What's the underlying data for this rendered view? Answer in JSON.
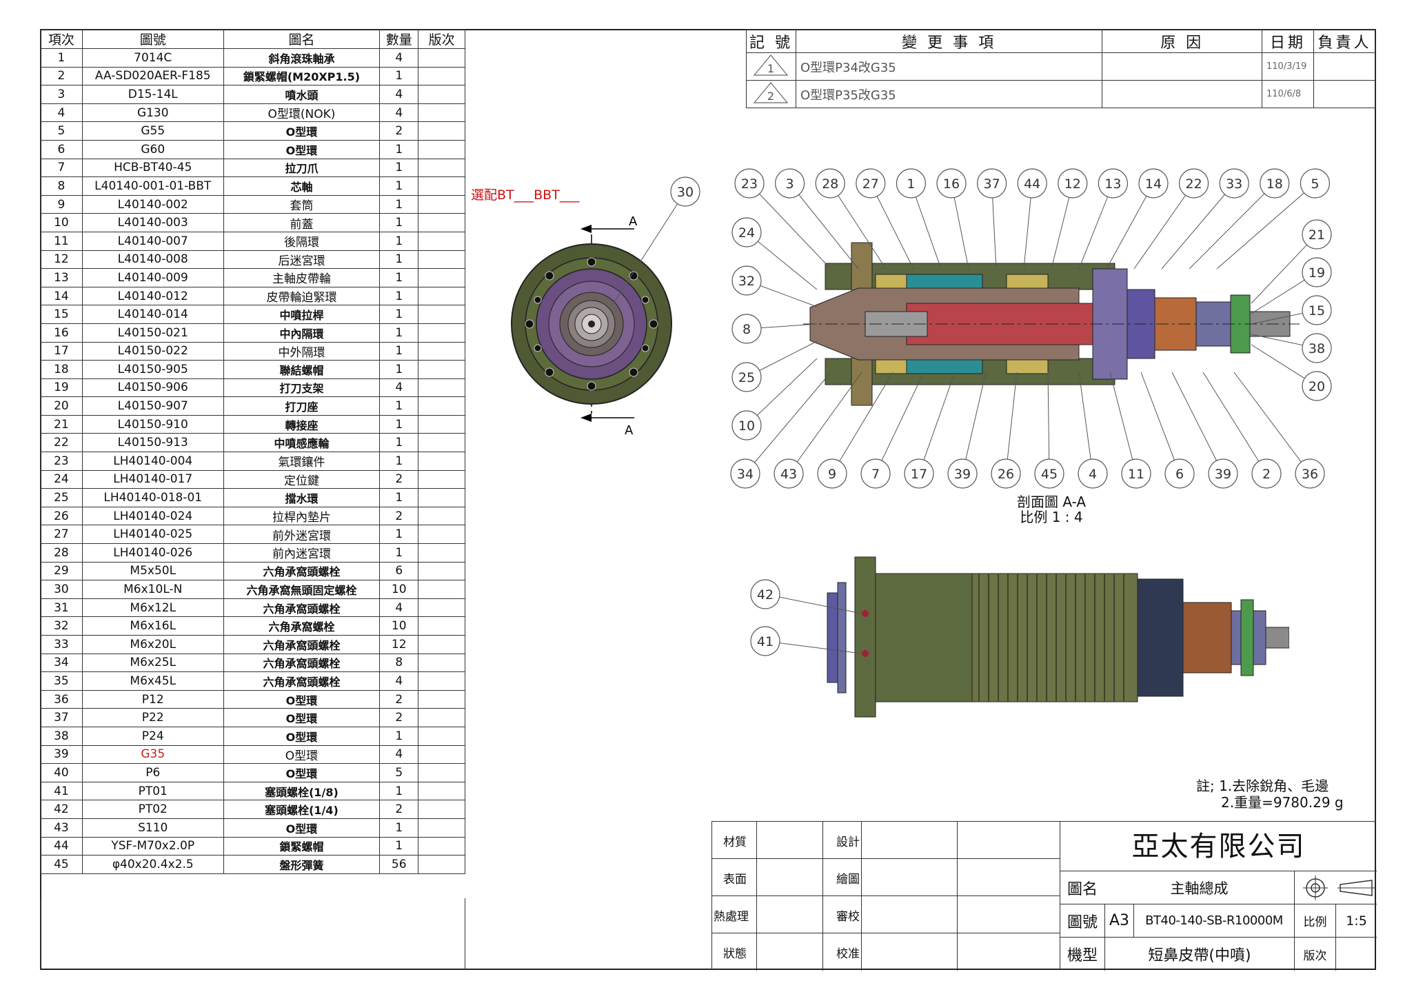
{
  "bom": {
    "headers": [
      "項次",
      "圖號",
      "圖名",
      "數量",
      "版次"
    ],
    "rows": [
      {
        "no": "1",
        "part": "7014C",
        "name": "斜角滾珠軸承",
        "qty": "4",
        "rev": ""
      },
      {
        "no": "2",
        "part": "AA-SD020AER-F185",
        "name": "鎖緊螺帽(M20XP1.5)",
        "qty": "1",
        "rev": ""
      },
      {
        "no": "3",
        "part": "D15-14L",
        "name": "噴水頭",
        "qty": "4",
        "rev": ""
      },
      {
        "no": "4",
        "part": "G130",
        "name": "O型環(NOK)",
        "qty": "4",
        "rev": ""
      },
      {
        "no": "5",
        "part": "G55",
        "name": "O型環",
        "qty": "2",
        "rev": ""
      },
      {
        "no": "6",
        "part": "G60",
        "name": "O型環",
        "qty": "1",
        "rev": ""
      },
      {
        "no": "7",
        "part": "HCB-BT40-45",
        "name": "拉刀爪",
        "qty": "1",
        "rev": ""
      },
      {
        "no": "8",
        "part": "L40140-001-01-BBT",
        "name": "芯軸",
        "qty": "1",
        "rev": ""
      },
      {
        "no": "9",
        "part": "L40140-002",
        "name": "套筒",
        "qty": "1",
        "rev": ""
      },
      {
        "no": "10",
        "part": "L40140-003",
        "name": "前蓋",
        "qty": "1",
        "rev": ""
      },
      {
        "no": "11",
        "part": "L40140-007",
        "name": "後隔環",
        "qty": "1",
        "rev": ""
      },
      {
        "no": "12",
        "part": "L40140-008",
        "name": "后迷宮環",
        "qty": "1",
        "rev": ""
      },
      {
        "no": "13",
        "part": "L40140-009",
        "name": "主軸皮帶輪",
        "qty": "1",
        "rev": ""
      },
      {
        "no": "14",
        "part": "L40140-012",
        "name": "皮帶輪迫緊環",
        "qty": "1",
        "rev": ""
      },
      {
        "no": "15",
        "part": "L40140-014",
        "name": "中噴拉桿",
        "qty": "1",
        "rev": ""
      },
      {
        "no": "16",
        "part": "L40150-021",
        "name": "中內隔環",
        "qty": "1",
        "rev": ""
      },
      {
        "no": "17",
        "part": "L40150-022",
        "name": "中外隔環",
        "qty": "1",
        "rev": ""
      },
      {
        "no": "18",
        "part": "L40150-905",
        "name": "聯結螺帽",
        "qty": "1",
        "rev": ""
      },
      {
        "no": "19",
        "part": "L40150-906",
        "name": "打刀支架",
        "qty": "4",
        "rev": ""
      },
      {
        "no": "20",
        "part": "L40150-907",
        "name": "打刀座",
        "qty": "1",
        "rev": ""
      },
      {
        "no": "21",
        "part": "L40150-910",
        "name": "轉接座",
        "qty": "1",
        "rev": ""
      },
      {
        "no": "22",
        "part": "L40150-913",
        "name": "中噴感應輪",
        "qty": "1",
        "rev": ""
      },
      {
        "no": "23",
        "part": "LH40140-004",
        "name": "氣環鑲件",
        "qty": "1",
        "rev": ""
      },
      {
        "no": "24",
        "part": "LH40140-017",
        "name": "定位鍵",
        "qty": "2",
        "rev": ""
      },
      {
        "no": "25",
        "part": "LH40140-018-01",
        "name": "擋水環",
        "qty": "1",
        "rev": ""
      },
      {
        "no": "26",
        "part": "LH40140-024",
        "name": "拉桿內墊片",
        "qty": "2",
        "rev": ""
      },
      {
        "no": "27",
        "part": "LH40140-025",
        "name": "前外迷宮環",
        "qty": "1",
        "rev": ""
      },
      {
        "no": "28",
        "part": "LH40140-026",
        "name": "前內迷宮環",
        "qty": "1",
        "rev": ""
      },
      {
        "no": "29",
        "part": "M5x50L",
        "name": "六角承窩頭螺栓",
        "qty": "6",
        "rev": ""
      },
      {
        "no": "30",
        "part": "M6x10L-N",
        "name": "六角承窩無頭固定螺栓",
        "qty": "10",
        "rev": ""
      },
      {
        "no": "31",
        "part": "M6x12L",
        "name": "六角承窩頭螺栓",
        "qty": "4",
        "rev": ""
      },
      {
        "no": "32",
        "part": "M6x16L",
        "name": "六角承窩螺栓",
        "qty": "10",
        "rev": ""
      },
      {
        "no": "33",
        "part": "M6x20L",
        "name": "六角承窩頭螺栓",
        "qty": "12",
        "rev": ""
      },
      {
        "no": "34",
        "part": "M6x25L",
        "name": "六角承窩頭螺栓",
        "qty": "8",
        "rev": ""
      },
      {
        "no": "35",
        "part": "M6x45L",
        "name": "六角承窩頭螺栓",
        "qty": "4",
        "rev": ""
      },
      {
        "no": "36",
        "part": "P12",
        "name": "O型環",
        "qty": "2",
        "rev": ""
      },
      {
        "no": "37",
        "part": "P22",
        "name": "O型環",
        "qty": "2",
        "rev": ""
      },
      {
        "no": "38",
        "part": "P24",
        "name": "O型環",
        "qty": "1",
        "rev": ""
      },
      {
        "no": "39",
        "part": "G35",
        "name": "O型環",
        "qty": "4",
        "rev": ""
      },
      {
        "no": "40",
        "part": "P6",
        "name": "O型環",
        "qty": "5",
        "rev": ""
      },
      {
        "no": "41",
        "part": "PT01",
        "name": "塞頭螺栓(1/8)",
        "qty": "1",
        "rev": ""
      },
      {
        "no": "42",
        "part": "PT02",
        "name": "塞頭螺栓(1/4)",
        "qty": "2",
        "rev": ""
      },
      {
        "no": "43",
        "part": "S110",
        "name": "O型環",
        "qty": "1",
        "rev": ""
      },
      {
        "no": "44",
        "part": "YSF-M70x2.0P",
        "name": "鎖緊螺帽",
        "qty": "1",
        "rev": ""
      },
      {
        "no": "45",
        "part": "φ40x20.4x2.5",
        "name": "盤形彈簧",
        "qty": "56",
        "rev": ""
      }
    ]
  },
  "option_note": "選配BT___BBT___",
  "revision": {
    "headers": [
      "記 號",
      "變 更 事 項",
      "原 因",
      "日期",
      "負責人"
    ],
    "rows": [
      {
        "mark": "1",
        "change": "O型環P34改G35",
        "reason": "",
        "date": "110/3/19",
        "owner": ""
      },
      {
        "mark": "2",
        "change": "O型環P35改G35",
        "reason": "",
        "date": "110/6/8",
        "owner": ""
      }
    ]
  },
  "front_view": {
    "section_letter": "A",
    "balloon": "30"
  },
  "section_view": {
    "top_balloons": [
      "23",
      "3",
      "28",
      "27",
      "1",
      "16",
      "37",
      "44",
      "12",
      "13",
      "14",
      "22",
      "33",
      "18",
      "5"
    ],
    "bottom_balloons": [
      "34",
      "43",
      "9",
      "7",
      "17",
      "39",
      "26",
      "45",
      "4",
      "11",
      "6",
      "39",
      "2",
      "36"
    ],
    "left_balloons": [
      "24",
      "32",
      "8",
      "25",
      "10"
    ],
    "right_balloons": [
      "21",
      "19",
      "15",
      "38",
      "20"
    ],
    "caption": "剖面圖 A-A",
    "scale_caption": "比例 1 : 4"
  },
  "exterior_view": {
    "balloons": [
      "42",
      "41"
    ]
  },
  "notes": {
    "line1": "註; 1.去除銳角、毛邊",
    "line2": "2.重量=9780.29 g"
  },
  "title_block": {
    "material_label": "材質",
    "surface_label": "表面",
    "heat_label": "熱處理",
    "state_label": "狀態",
    "design_label": "設計",
    "drawn_label": "繪圖",
    "review_label": "審校",
    "approve_label": "校准",
    "company": "亞太有限公司",
    "name_label": "圖名",
    "name_value": "主軸總成",
    "dwg_label": "圖號",
    "size": "A3",
    "dwg_value": "BT40-140-SB-R10000M",
    "scale_label": "比例",
    "scale_value": "1:5",
    "model_label": "機型",
    "model_value": "短鼻皮帶(中噴)",
    "rev_label": "版次"
  },
  "colors": {
    "red_accent": "#cc1111",
    "line": "#333333"
  }
}
